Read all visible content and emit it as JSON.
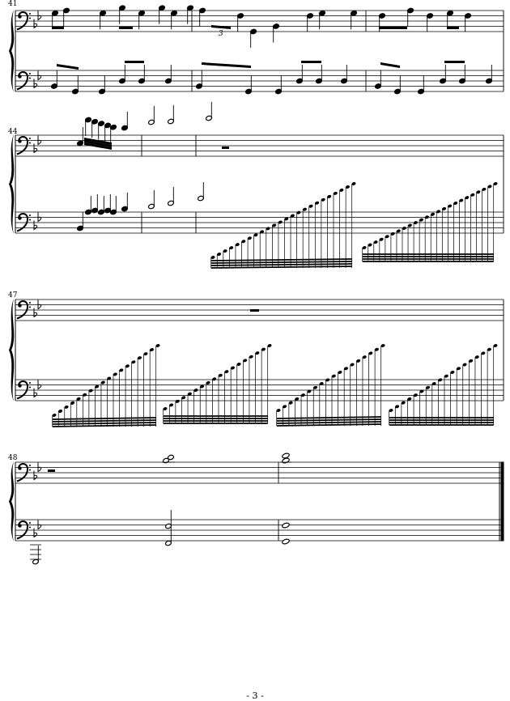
{
  "page": {
    "number_label": "- 3 -"
  },
  "systems": [
    {
      "start_measure": "41",
      "key_signature": "B-flat major (2 flats)",
      "clef_upper": "bass",
      "clef_lower": "bass",
      "triplet_mark": "3"
    },
    {
      "start_measure": "44",
      "rest_label": "half rest"
    },
    {
      "start_measure": "47",
      "rest_label": "whole rest"
    },
    {
      "start_measure": "48",
      "rest_label": "half rest",
      "ending": "final barline"
    }
  ]
}
